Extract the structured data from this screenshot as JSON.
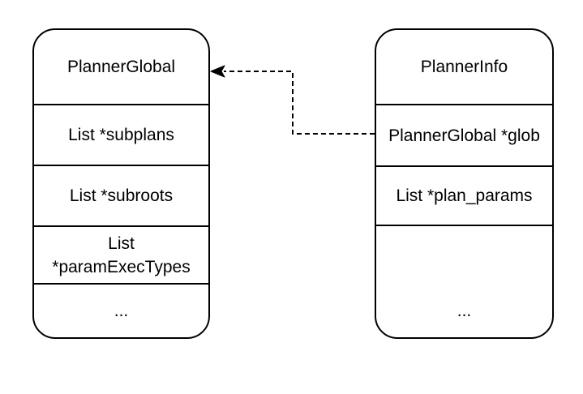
{
  "page": {
    "background": "#ffffff"
  },
  "diagram": {
    "stroke_color": "#000000",
    "text_color": "#000000",
    "nodes": [
      {
        "title": "PlannerGlobal",
        "fields": [
          "List *subplans",
          "List *subroots",
          "List\n*paramExecTypes",
          "..."
        ]
      },
      {
        "title": "PlannerInfo",
        "fields": [
          "PlannerGlobal *glob",
          "List *plan_params",
          "..."
        ]
      }
    ],
    "edge": {
      "style": "dashed",
      "from": "PlannerGlobal *glob",
      "to": "PlannerGlobal"
    }
  }
}
